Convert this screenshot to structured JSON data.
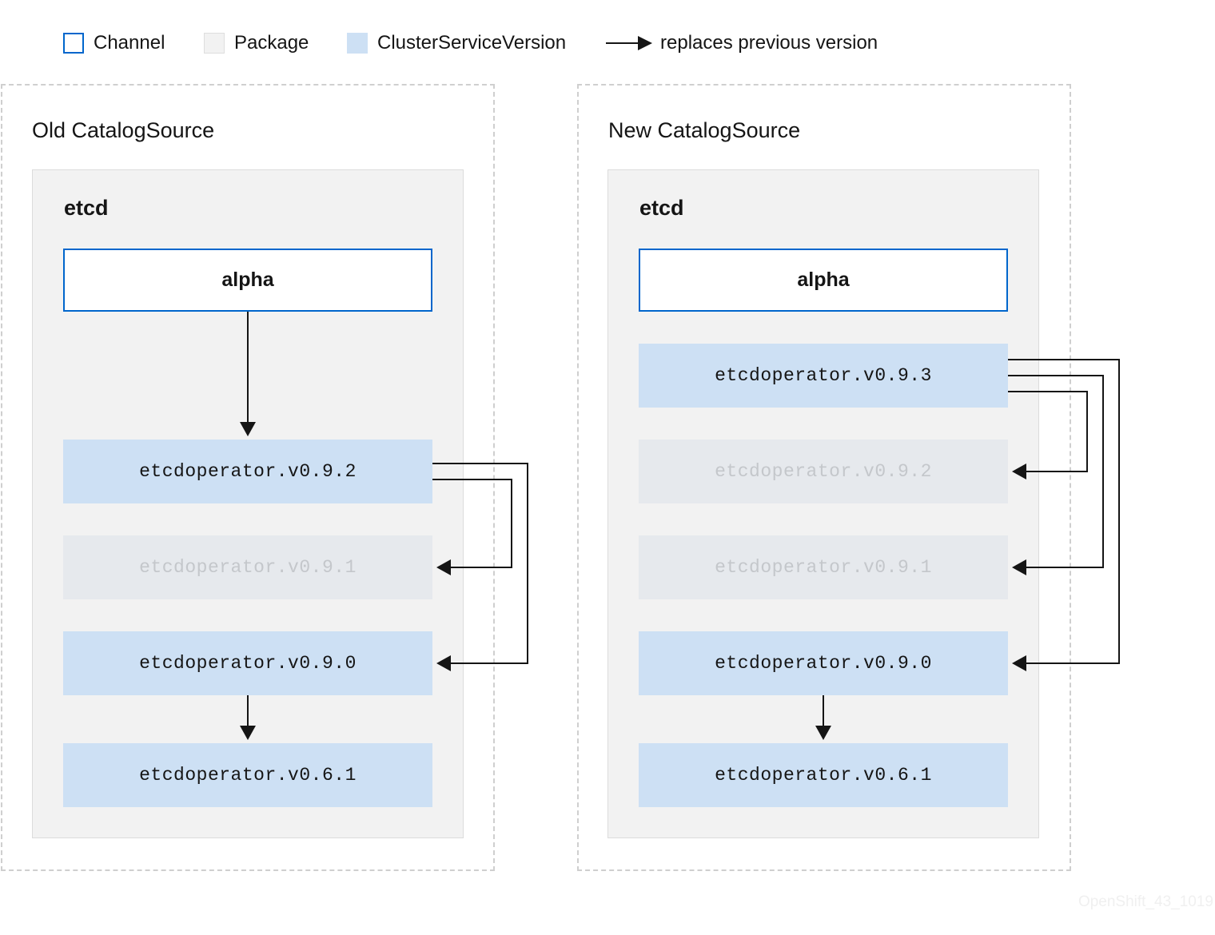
{
  "legend": {
    "channel": "Channel",
    "package": "Package",
    "csv": "ClusterServiceVersion",
    "replaces": "replaces previous version"
  },
  "old_catalog": {
    "title": "Old CatalogSource",
    "package": "etcd",
    "channel": "alpha",
    "versions": [
      "etcdoperator.v0.9.2",
      "etcdoperator.v0.9.1",
      "etcdoperator.v0.9.0",
      "etcdoperator.v0.6.1"
    ]
  },
  "new_catalog": {
    "title": "New CatalogSource",
    "package": "etcd",
    "channel": "alpha",
    "versions": [
      "etcdoperator.v0.9.3",
      "etcdoperator.v0.9.2",
      "etcdoperator.v0.9.1",
      "etcdoperator.v0.9.0",
      "etcdoperator.v0.6.1"
    ]
  },
  "watermark": "OpenShift_43_1019",
  "colors": {
    "channel_border": "#0066cc",
    "csv_fill": "#cde0f4",
    "csv_faded_fill": "#e6e9ed",
    "package_fill": "#f2f2f2",
    "arrow": "#151515"
  }
}
